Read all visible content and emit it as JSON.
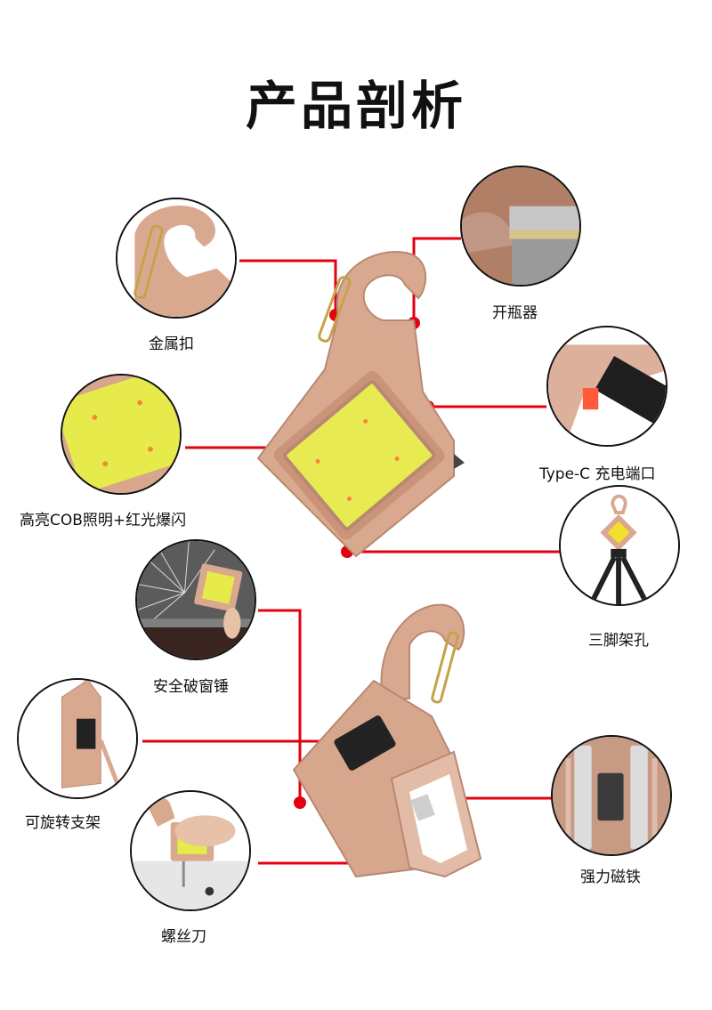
{
  "title": "产品剖析",
  "accent_color": "#e3000f",
  "body_color": "#d9a98f",
  "cob_color": "#e6ea4a",
  "features": [
    {
      "id": "carabiner",
      "label": "金属扣",
      "icon": "carabiner-clip-icon"
    },
    {
      "id": "bottle-opener",
      "label": "开瓶器",
      "icon": "bottle-opener-icon"
    },
    {
      "id": "cob-light",
      "label": "高亮COB照明+红光爆闪",
      "icon": "cob-led-icon"
    },
    {
      "id": "type-c",
      "label": "Type-C 充电端口",
      "icon": "usb-c-port-icon"
    },
    {
      "id": "tripod-hole",
      "label": "三脚架孔",
      "icon": "tripod-icon"
    },
    {
      "id": "window-breaker",
      "label": "安全破窗锤",
      "icon": "window-breaker-icon"
    },
    {
      "id": "stand",
      "label": "可旋转支架",
      "icon": "rotating-stand-icon"
    },
    {
      "id": "magnet",
      "label": "强力磁铁",
      "icon": "magnet-icon"
    },
    {
      "id": "screwdriver",
      "label": "螺丝刀",
      "icon": "screwdriver-icon"
    }
  ]
}
